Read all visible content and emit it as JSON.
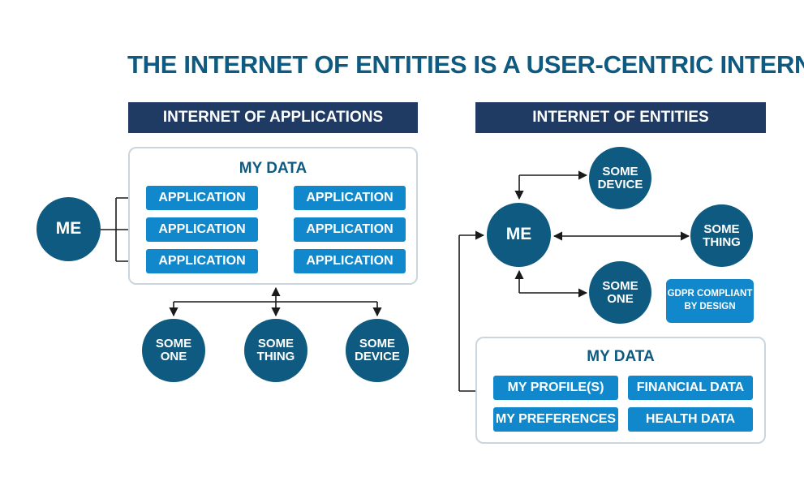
{
  "title": "THE INTERNET OF ENTITIES IS A USER-CENTRIC INTERNET",
  "left": {
    "header": "INTERNET OF APPLICATIONS",
    "me": "ME",
    "data_title": "MY DATA",
    "applications": [
      "APPLICATION",
      "APPLICATION",
      "APPLICATION",
      "APPLICATION",
      "APPLICATION",
      "APPLICATION"
    ],
    "entities": [
      "SOME\nONE",
      "SOME\nTHING",
      "SOME\nDEVICE"
    ]
  },
  "right": {
    "header": "INTERNET OF ENTITIES",
    "me": "ME",
    "entities": {
      "device": "SOME\nDEVICE",
      "thing": "SOME\nTHING",
      "one": "SOME\nONE"
    },
    "gdpr": "GDPR COMPLIANT\nBY DESIGN",
    "data_title": "MY DATA",
    "data_items": [
      "MY PROFILE(S)",
      "FINANCIAL DATA",
      "MY PREFERENCES",
      "HEALTH DATA"
    ]
  },
  "colors": {
    "title": "#0e5a80",
    "header_bg": "#1f3a63",
    "node": "#0e5a80",
    "box": "#1188cc",
    "panel_border": "#c9d6e0",
    "line": "#1a1a1a"
  }
}
